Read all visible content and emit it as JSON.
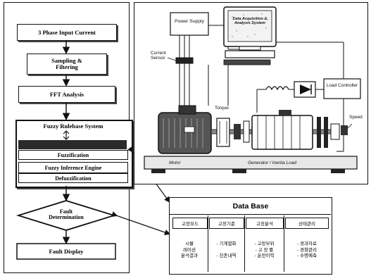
{
  "flowchart": {
    "steps": [
      "3 Phase Input Current",
      "Sampling & Filtering",
      "FFT Analysis"
    ],
    "fuzzy_system": {
      "title": "Fuzzy Rulebase System",
      "rows": [
        "Fuzzification",
        "Fuzzy Inference Engine",
        "Defuzzification"
      ]
    },
    "decision": "Fault Determination",
    "final": "Fault Display"
  },
  "setup": {
    "power_supply": "Power Supply",
    "computer_screen": "Data Acquisition & Analysis System",
    "current_sensor": "Current Sensor",
    "load_controller": "Load Controller",
    "torque": "Torque",
    "speed": "Speed",
    "motor": "Motor",
    "generator": "Generator / Inertia Load"
  },
  "database": {
    "title": "Data Base",
    "columns": [
      {
        "header": "고장모드",
        "items": [
          "시뮬",
          "레이션",
          "분석결과"
        ]
      },
      {
        "header": "고장기준",
        "items": [
          "- 기계열화",
          "",
          "- 진존내역"
        ]
      },
      {
        "header": "고장분석",
        "items": [
          "- 고장부위",
          "- 고 장 률",
          "- 운전이력"
        ]
      },
      {
        "header": "상태관리",
        "items": [
          "- 경과자료",
          "- 경향관리",
          "- 수명예측"
        ]
      }
    ]
  },
  "colors": {
    "ink": "#111111",
    "accent": "#333333"
  }
}
